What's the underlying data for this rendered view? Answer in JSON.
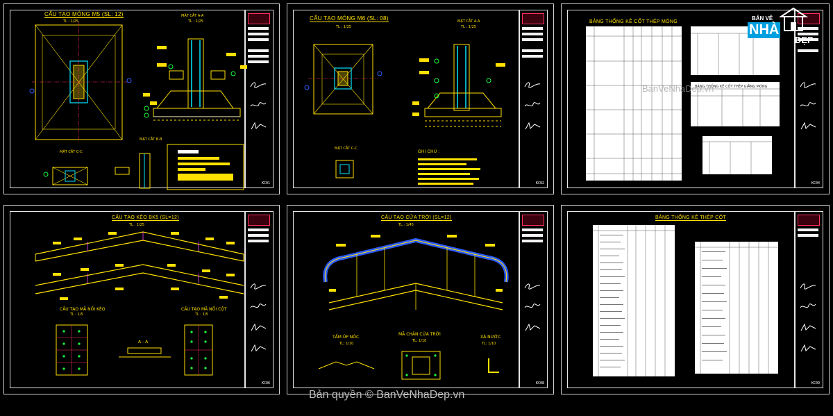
{
  "sheets": [
    {
      "title": "CẤU TẠO MÓNG M5 (SL: 12)",
      "scale": "TL : 1/25",
      "section1": "MẶT CẮT A-A",
      "section1_scale": "TL : 1/25",
      "section2": "MẶT CẮT C-C",
      "section3": "MẶT CẮT B-B",
      "code": "KC01"
    },
    {
      "title": "CẤU TẠO MÓNG M6 (SL: 08)",
      "scale": "TL : 1/25",
      "section1": "MẶT CẮT A-A",
      "section1_scale": "TL : 1/25",
      "section2": "MẶT CẮT C-C",
      "notes_title": "GHI CHÚ :",
      "code": "KC02"
    },
    {
      "title": "BẢNG THỐNG KÊ CỐT THÉP MÓNG",
      "table2_title": "BẢNG THỐNG KÊ CỐT THÉP GIẰNG MÓNG",
      "code": "KC04"
    },
    {
      "title": "CẤU TẠO KÈO BK5 (SL=12)",
      "scale": "TL : 1/25",
      "detail1": "CẤU TẠO MÃ NỐI KÈO",
      "detail1_scale": "TL : 1/5",
      "detail2": "CẤU TẠO MÃ NỐI CỘT",
      "detail2_scale": "TL : 1/5",
      "section": "A - A",
      "code": "KC06"
    },
    {
      "title": "CẤU TẠO CỬA TRỜI (SL=12)",
      "scale": "TL : 1/45",
      "detail1": "TẤM ÚP NÓC",
      "detail1_scale": "TL: 1/10",
      "detail2": "MÃ CHÂN CỬA TRỜI",
      "detail2_scale": "TL: 1/10",
      "detail3": "XÀ NƯỚC",
      "detail3_scale": "TL: 1/10",
      "code": "KC08"
    },
    {
      "title": "BẢNG THỐNG KÊ THÉP CỘT",
      "code": "KC09"
    }
  ],
  "watermark": "Bản quyền © BanVeNhaDep.vn",
  "faint_watermark": "BanVeNhaDep.vn",
  "logo": {
    "line1": "BẢN VẼ",
    "line2": "NHÀ",
    "line3": "ĐẸP"
  },
  "colors": {
    "line": "#ffe100",
    "frame": "#e6e6e6",
    "accent": "#ff3060",
    "cyan": "#00e5ff",
    "green": "#19ff3c",
    "blue": "#2c5cff",
    "magenta": "#ff40ff"
  }
}
